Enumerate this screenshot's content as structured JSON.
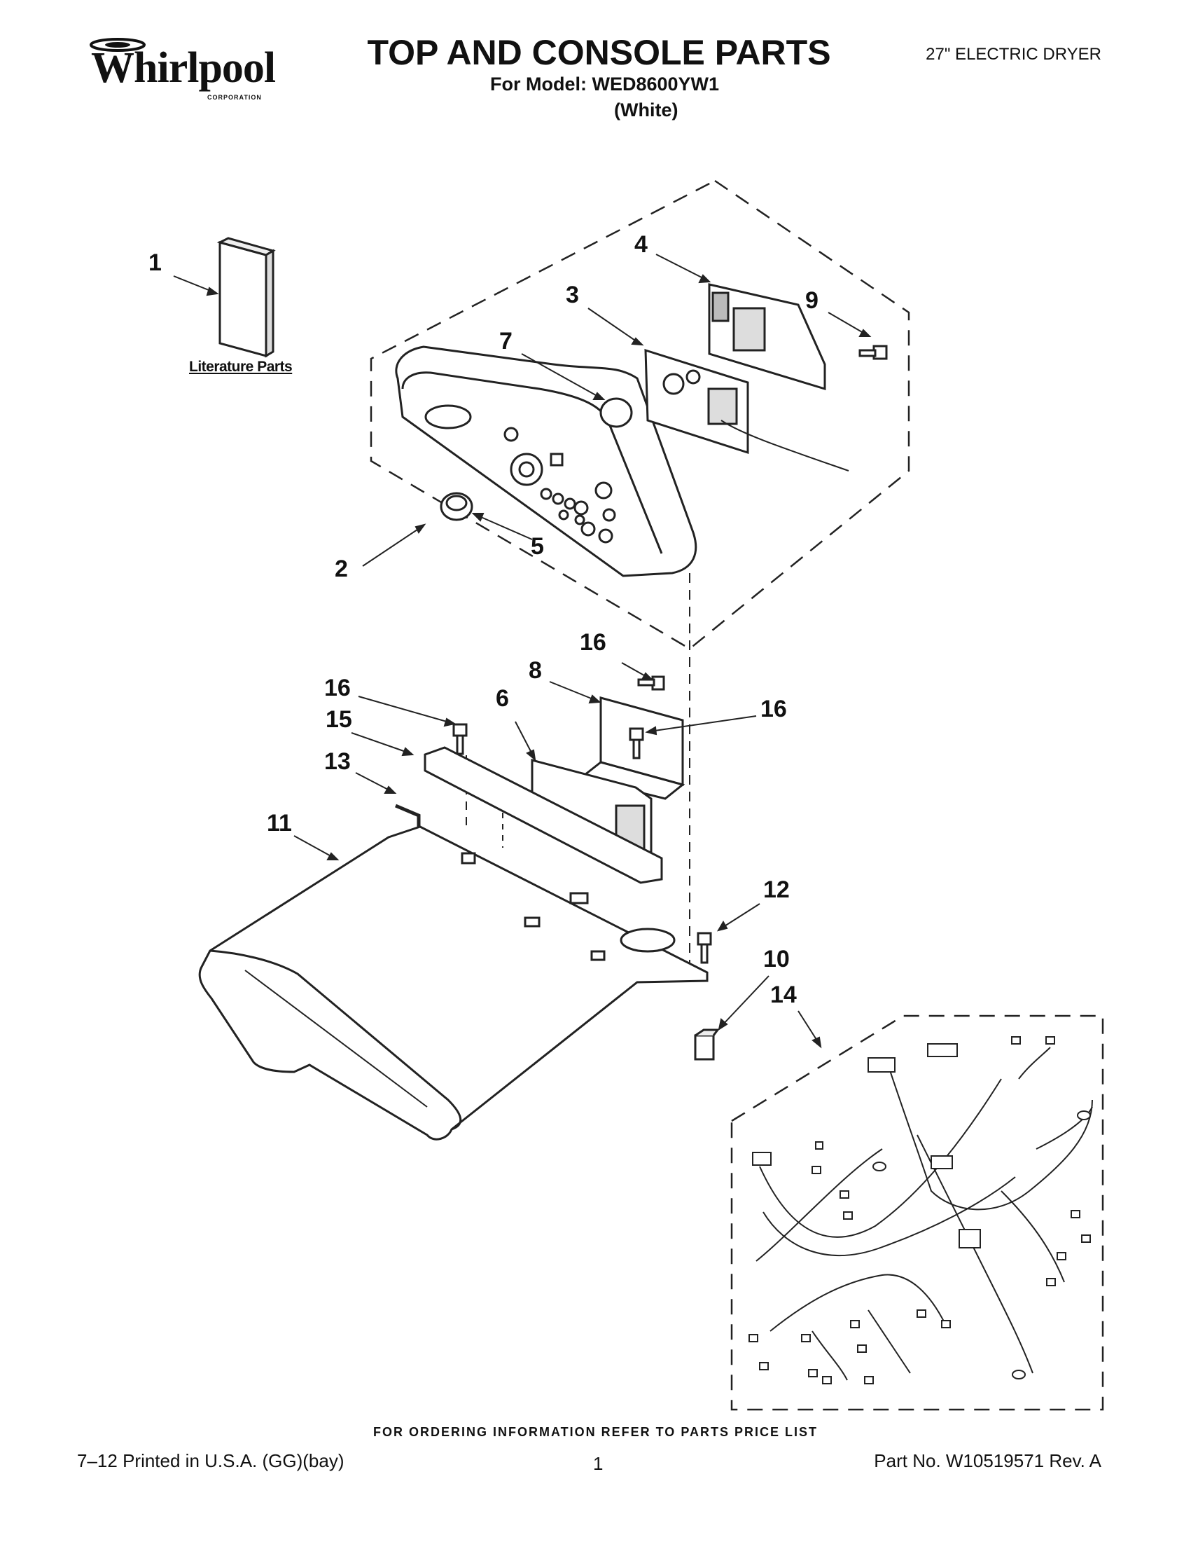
{
  "header": {
    "brand": "Whirlpool",
    "brand_sub": "CORPORATION",
    "title": "TOP AND CONSOLE PARTS",
    "model_line": "For Model: WED8600YW1",
    "color_line": "(White)",
    "product": "27\" ELECTRIC DRYER"
  },
  "literature_label": "Literature Parts",
  "callouts": {
    "c1": "1",
    "c2": "2",
    "c3": "3",
    "c4": "4",
    "c5": "5",
    "c6": "6",
    "c7": "7",
    "c8": "8",
    "c9": "9",
    "c10": "10",
    "c11": "11",
    "c12": "12",
    "c13": "13",
    "c14": "14",
    "c15": "15",
    "c16a": "16",
    "c16b": "16",
    "c16c": "16"
  },
  "footer": {
    "ordering": "FOR ORDERING INFORMATION REFER TO PARTS PRICE LIST",
    "printed": "7–12 Printed in U.S.A. (GG)(bay)",
    "page": "1",
    "part_no": "Part No. W10519571 Rev. A"
  }
}
